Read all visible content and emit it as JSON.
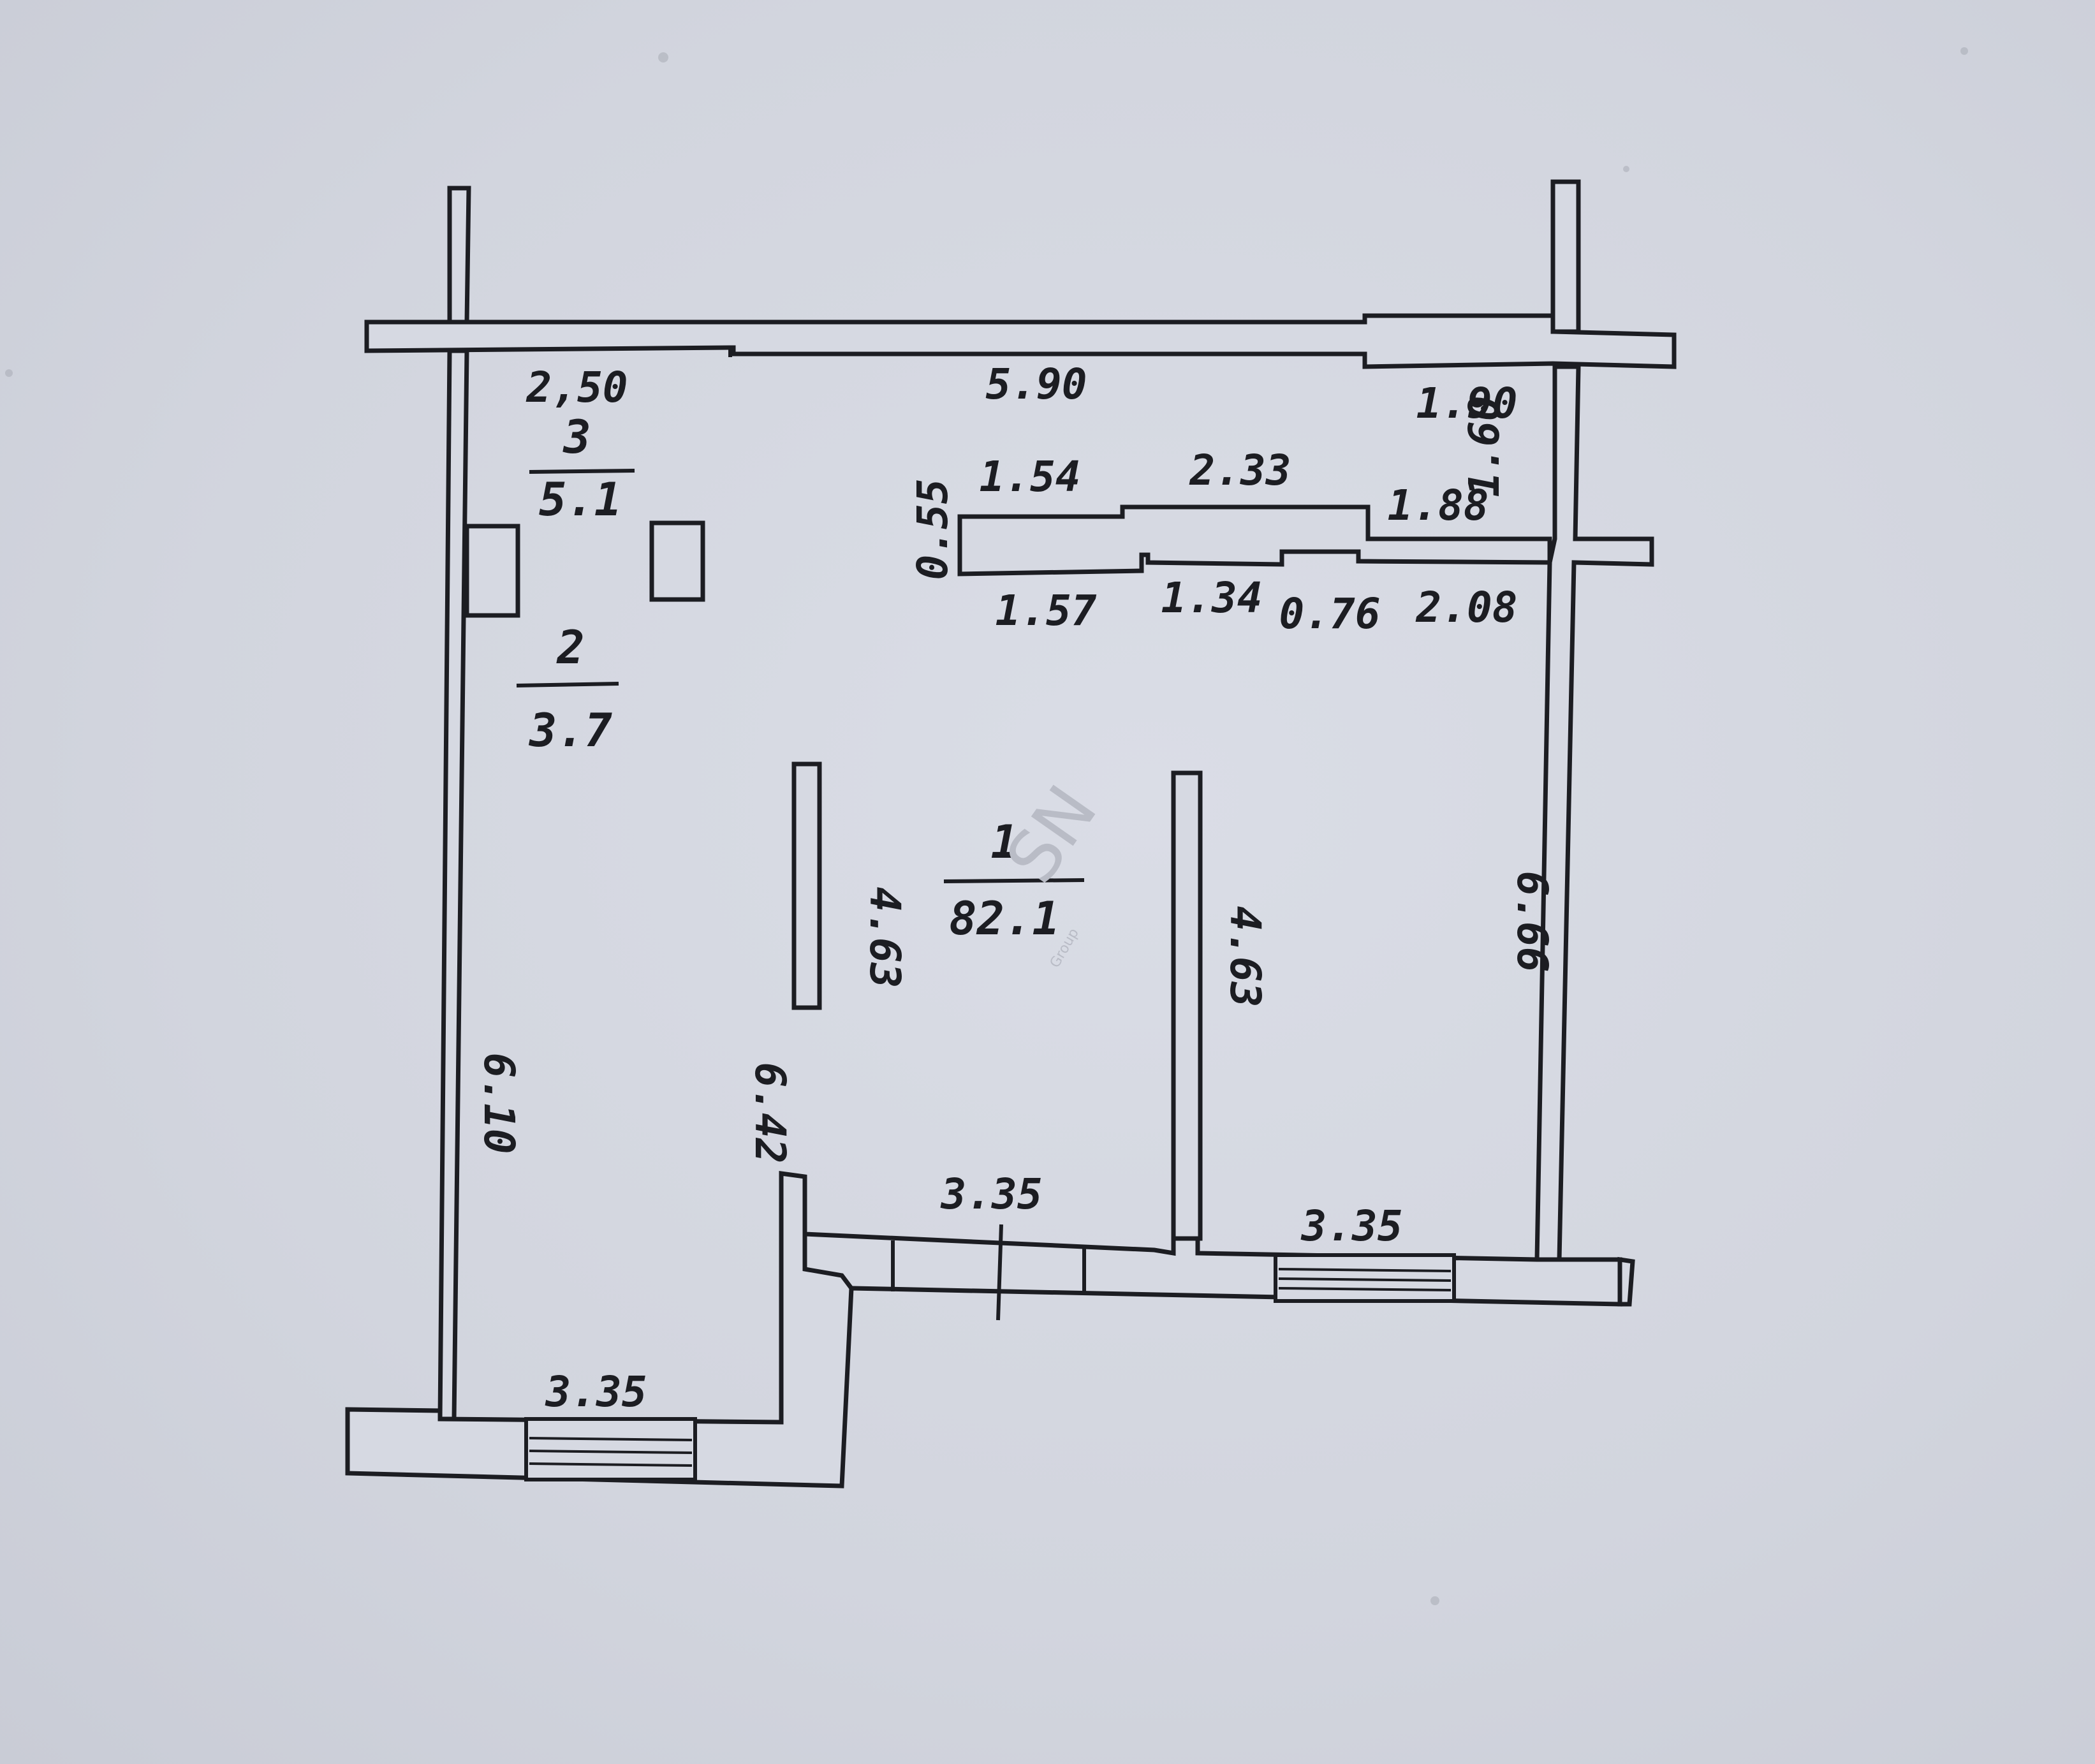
{
  "watermark": {
    "main": "SN",
    "sub": "Group"
  },
  "rooms": [
    {
      "number": "1",
      "area": "82.1"
    },
    {
      "number": "2",
      "area": "3.7"
    },
    {
      "number": "3",
      "area": "5.1"
    }
  ],
  "dimensions": {
    "top_left": "2,50",
    "top_mid": "5.90",
    "top_right": "1.90",
    "right_upper": "1.60",
    "partition_left_top": "1.54",
    "partition_mid_top": "2.33",
    "partition_right_top": "1.88",
    "partition_depth": "0.55",
    "partition_left_bottom": "1.57",
    "partition_mid_bottom": "1.34",
    "partition_small": "0.76",
    "partition_right_bottom": "2.08",
    "col_left": "4.63",
    "col_right": "4.63",
    "right_wall": "6.66",
    "left_wall": "6.10",
    "inner_left": "6.42",
    "bottom_mid": "3.35",
    "bottom_right": "3.35",
    "bottom_left": "3.35"
  }
}
